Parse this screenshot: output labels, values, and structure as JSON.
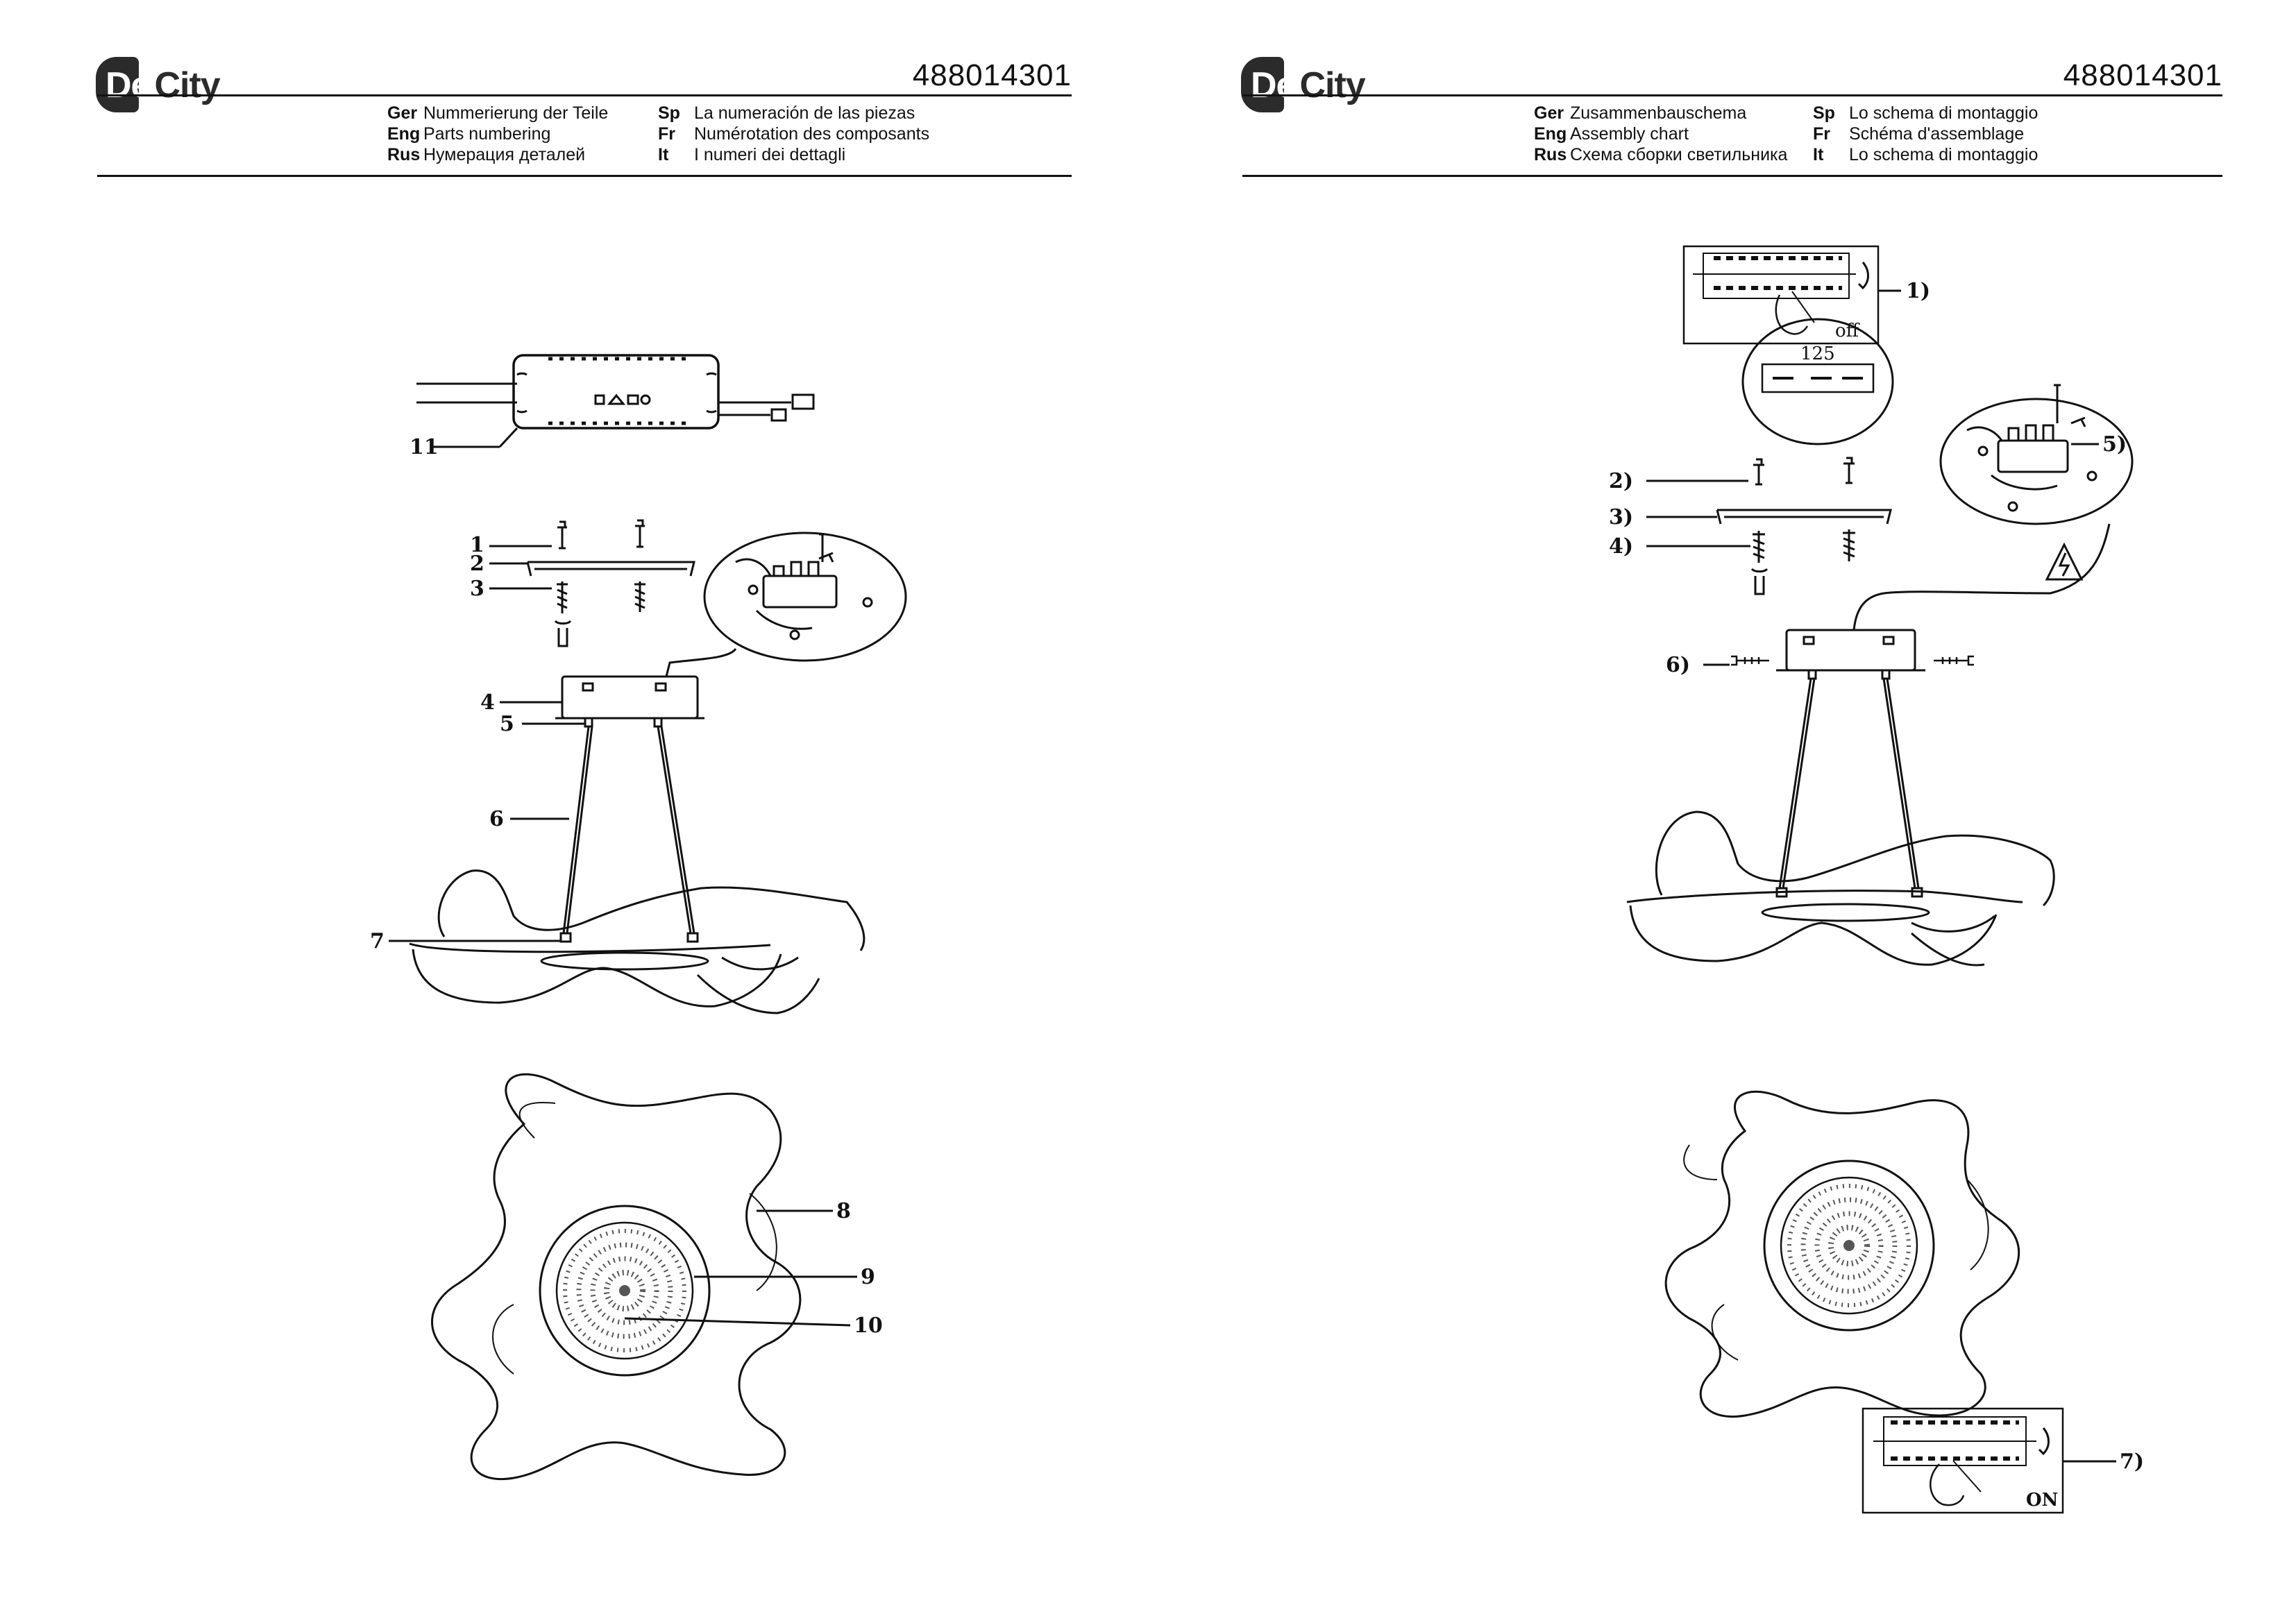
{
  "left": {
    "brand": {
      "de": "De",
      "city": "City"
    },
    "model": "488014301",
    "header": [
      {
        "code": "Ger",
        "text": "Nummerierung der Teile"
      },
      {
        "code": "Eng",
        "text": "Parts numbering"
      },
      {
        "code": "Rus",
        "text": "Нумерация деталей"
      },
      {
        "code": "Sp",
        "text": "La numeración de las piezas"
      },
      {
        "code": "Fr",
        "text": "Numérotation des composants"
      },
      {
        "code": "It",
        "text": "I numeri dei dettagli"
      }
    ],
    "callouts": [
      "1",
      "2",
      "3",
      "4",
      "5",
      "6",
      "7",
      "8",
      "9",
      "10",
      "11"
    ]
  },
  "right": {
    "brand": {
      "de": "De",
      "city": "City"
    },
    "model": "488014301",
    "header": [
      {
        "code": "Ger",
        "text": "Zusammenbauschema"
      },
      {
        "code": "Eng",
        "text": "Assembly chart"
      },
      {
        "code": "Rus",
        "text": "Схема сборки светильника"
      },
      {
        "code": "Sp",
        "text": "Lo schema di montaggio"
      },
      {
        "code": "Fr",
        "text": "Schéma d'assemblage"
      },
      {
        "code": "It",
        "text": "Lo schema di montaggio"
      }
    ],
    "steps": [
      "1)",
      "2)",
      "3)",
      "4)",
      "5)",
      "6)",
      "7)"
    ],
    "dimension": "125",
    "switch_off": "off",
    "switch_on": "ON"
  },
  "colors": {
    "ink": "#111111",
    "paper": "#ffffff",
    "logo": "#2b2b2b"
  }
}
